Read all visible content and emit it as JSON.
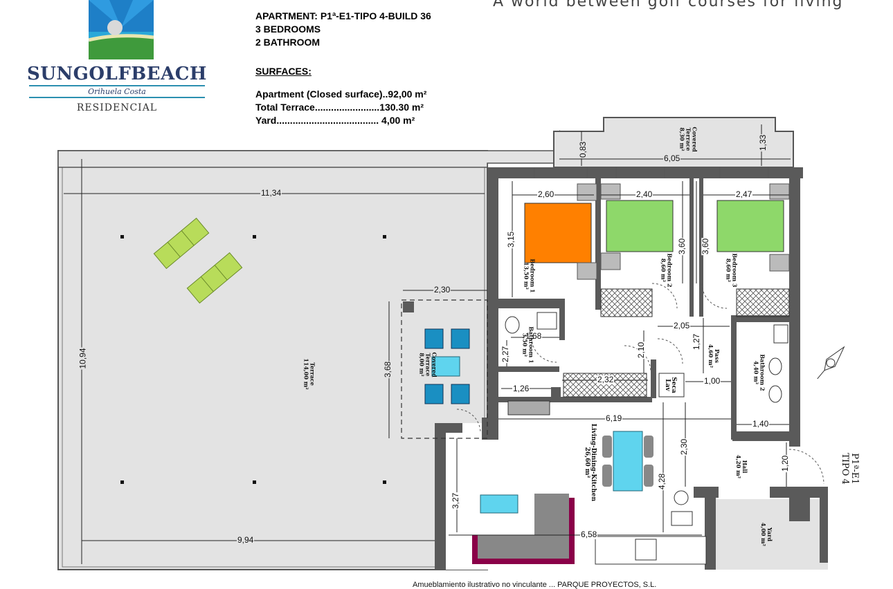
{
  "brand": {
    "name": "SUNGOLFBEACH",
    "subtitle": "Orihuela Costa",
    "kind": "RESIDENCIAL",
    "colors": {
      "sky": "#1e7fc7",
      "sea": "#2aa8d8",
      "grass": "#3f9a3c",
      "navy": "#2c3e6a"
    }
  },
  "tagline": "A world   between golf courses for living",
  "apartment": {
    "title": "APARTMENT: P1ª-E1-TIPO 4-BUILD 36",
    "bedrooms": "3 BEDROOMS",
    "bathrooms": "2 BATHROOM"
  },
  "surfaces": {
    "heading": "SURFACES:",
    "lines": [
      "Apartment (Closed surface)..92,00 m²",
      "Total Terrace........................130.30 m²",
      "Yard......................................  4,00 m²"
    ]
  },
  "rooms": {
    "terrace": [
      "Terrace",
      "114,00 m²"
    ],
    "covered_terrace": [
      "Covered",
      "Terrace",
      "8,00 m²"
    ],
    "covered_terrace_top": [
      "Covered",
      "Terrace",
      "8,30 m²"
    ],
    "bedroom1": [
      "Bedroom 1",
      "13,50 m²"
    ],
    "bedroom2": [
      "Bedroom 2",
      "8,60 m²"
    ],
    "bedroom3": [
      "Bedroom 3",
      "8,60 m²"
    ],
    "bathroom1": [
      "Bathroom 1",
      "3,50 m²"
    ],
    "bathroom2": [
      "Bathroom 2",
      "4,40 m²"
    ],
    "pass": [
      "Pass",
      "4,60 m²"
    ],
    "living": [
      "Living-Dining-Kitchen",
      "26,60 m²"
    ],
    "hall": [
      "Hall",
      "4,20 m²"
    ],
    "yard": [
      "Yard",
      "4,00 m²"
    ],
    "secal": [
      "Seca",
      "Lav"
    ],
    "door_label": [
      "P1ª-E1",
      "TIPO 4"
    ]
  },
  "dimensions": {
    "terrace_width": "11,34",
    "terrace_height": "10,94",
    "terrace_bottom": "9,94",
    "covered_width": "2,30",
    "covered_height": "3,68",
    "b1_width": "2,60",
    "b2_width": "2,40",
    "b3_width": "2,47",
    "b1_height": "3,15",
    "b2_height": "3,60",
    "b3_height": "3,60",
    "top_terrace_width": "6,05",
    "top_terrace_depth": "0,83",
    "top_terrace_right": "1,33",
    "bath1_width": "1,68",
    "bath1_height": "2,27",
    "closet_width": "1,26",
    "wardrobe_width": "2,32",
    "pass_height": "2,10",
    "pass_width": "2,05",
    "pass_right": "1,27",
    "secal_width": "1,00",
    "living_width": "6,19",
    "kitchen_width": "6,58",
    "living_height": "3,27",
    "hall_vertical": "2,30",
    "living_vertical": "4,28",
    "bath2_width": "1,40",
    "entry_width": "1,20"
  },
  "footer": "Amueblamiento ilustrativo no vinculante ... PARQUE PROYECTOS, S.L.",
  "palette": {
    "bed_master": "#ff8000",
    "bed_single": "#8ed86a",
    "chairs": "#1a8fc2",
    "table": "#5fd4ee",
    "sofa": "#b8dc5a",
    "counter": "#8a0048",
    "wall": "#5a5a5a",
    "floor": "#e3e3e3"
  }
}
